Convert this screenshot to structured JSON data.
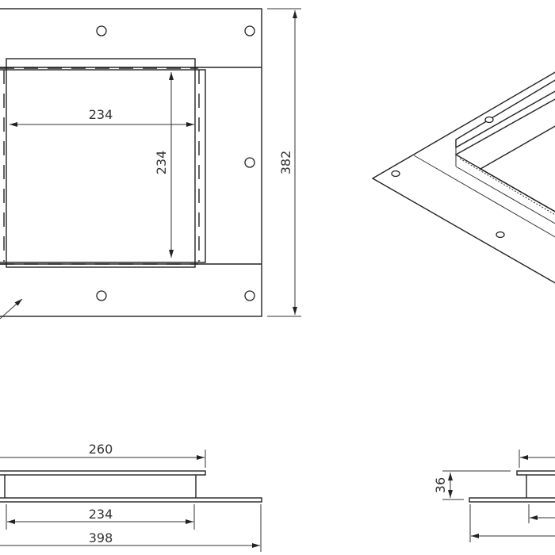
{
  "top_view": {
    "width_inner": "234",
    "height_inner": "234",
    "height_overall": "382"
  },
  "front_view": {
    "flange_width": "260",
    "inner_width": "234",
    "overall_width": "398"
  },
  "side_view": {
    "height": "36"
  },
  "line_color": "#222222"
}
